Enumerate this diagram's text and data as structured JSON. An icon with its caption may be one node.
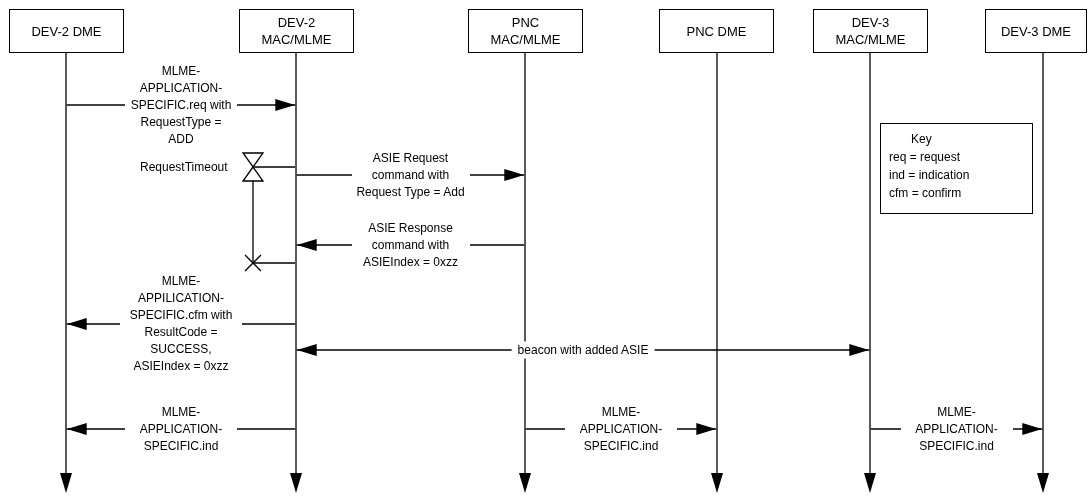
{
  "diagram": {
    "nodes": [
      {
        "text": [
          "DEV-2 DME"
        ]
      },
      {
        "text": [
          "DEV-2 MAC/MLME"
        ]
      },
      {
        "text": [
          "PNC MAC/MLME"
        ]
      },
      {
        "text": [
          "PNC DME"
        ]
      },
      {
        "text": [
          "DEV-3 MAC/MLME"
        ]
      },
      {
        "text": [
          "DEV-3 DME"
        ]
      },
      {
        "text": [],
        "shape": "line"
      },
      {
        "text": [],
        "shape": "line"
      },
      {
        "text": [],
        "shape": "line"
      },
      {
        "text": [],
        "shape": "line"
      },
      {
        "text": [],
        "shape": "line"
      },
      {
        "text": [],
        "shape": "line"
      },
      {
        "text": [
          "Key",
          "req = request",
          "ind = indication",
          "cfm = confirm"
        ]
      }
    ],
    "edges": [
      {
        "from": 6,
        "to": 7,
        "label": "MLME- APPLICATION- SPECIFIC.req with RequestType = ADD",
        "arrow": "to"
      },
      {
        "from": 7,
        "to": 8,
        "label": "ASIE Request command with Request Type = Add",
        "arrow": "to"
      },
      {
        "from": 8,
        "to": 7,
        "label": "ASIE Response command with ASIEIndex = 0xzz",
        "arrow": "to"
      },
      {
        "from": 7,
        "to": 6,
        "label": "MLME- APPILICATION- SPECIFIC.cfm with ResultCode = SUCCESS, ASIEIndex = 0xzz",
        "arrow": "to"
      },
      {
        "from": 7,
        "to": 10,
        "label": "beacon with added ASIE",
        "arrow": "both"
      },
      {
        "from": 7,
        "to": 6,
        "label": "MLME- APPLICATION- SPECIFIC.ind",
        "arrow": "to"
      },
      {
        "from": 8,
        "to": 9,
        "label": "MLME- APPLICATION- SPECIFIC.ind",
        "arrow": "to"
      },
      {
        "from": 10,
        "to": 11,
        "label": "MLME- APPLICATION- SPECIFIC.ind",
        "arrow": "to"
      }
    ],
    "labels": [
      "RequestTimeout"
    ]
  }
}
